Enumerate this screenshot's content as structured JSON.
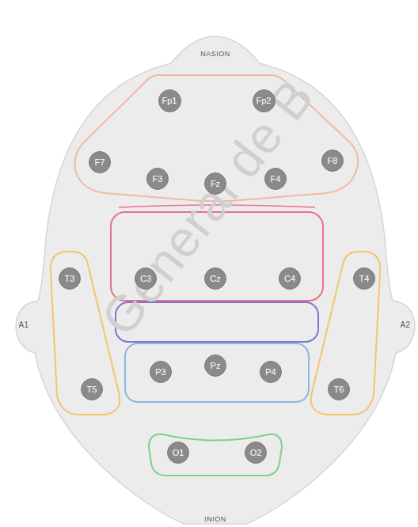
{
  "diagram": {
    "nodes": [
      {
        "text": [
          "Fp1"
        ]
      },
      {
        "text": [
          "Fp2"
        ]
      },
      {
        "text": [
          "F7"
        ]
      },
      {
        "text": [
          "F3"
        ]
      },
      {
        "text": [
          "Fz"
        ]
      },
      {
        "text": [
          "F4"
        ]
      },
      {
        "text": [
          "F8"
        ]
      },
      {
        "text": [
          "T3"
        ]
      },
      {
        "text": [
          "C3"
        ]
      },
      {
        "text": [
          "Cz"
        ]
      },
      {
        "text": [
          "C4"
        ]
      },
      {
        "text": [
          "T4"
        ]
      },
      {
        "text": [
          "P3"
        ]
      },
      {
        "text": [
          "Pz"
        ]
      },
      {
        "text": [
          "P4"
        ]
      },
      {
        "text": [
          "T5"
        ]
      },
      {
        "text": [
          "T6"
        ]
      },
      {
        "text": [
          "O1"
        ]
      },
      {
        "text": [
          "O2"
        ]
      }
    ],
    "labels": [
      "NASION",
      "A1",
      "A2",
      "INION",
      "General de B"
    ]
  }
}
